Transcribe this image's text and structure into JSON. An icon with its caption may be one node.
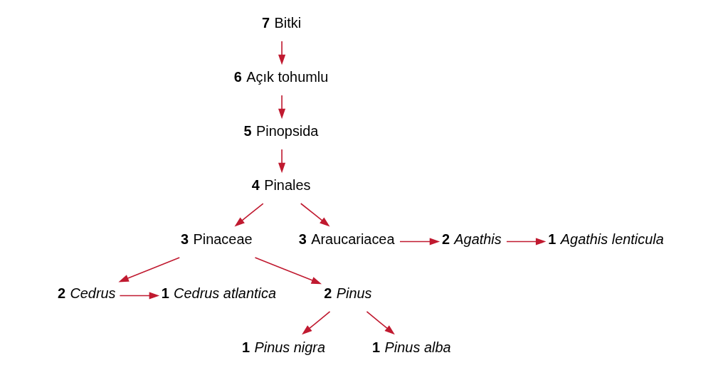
{
  "diagram": {
    "nodes": [
      {
        "text": [
          "**7** Bitki"
        ]
      },
      {
        "text": [
          "**6** Açık tohumlu"
        ]
      },
      {
        "text": [
          "**5** Pinopsida"
        ]
      },
      {
        "text": [
          "**4** Pinales"
        ]
      },
      {
        "text": [
          "**3** Pinaceae"
        ]
      },
      {
        "text": [
          "**3** Araucariacea"
        ]
      },
      {
        "text": [
          "**2** *Agathis*"
        ]
      },
      {
        "text": [
          "**1** *Agathis lenticula*"
        ]
      },
      {
        "text": [
          "**2** *Cedrus*"
        ]
      },
      {
        "text": [
          "**1** *Cedrus atlantica*"
        ]
      },
      {
        "text": [
          "**2** *Pinus*"
        ]
      },
      {
        "text": [
          "**1** *Pinus nigra*"
        ]
      },
      {
        "text": [
          "**1** *Pinus alba*"
        ]
      }
    ],
    "edges": [
      {
        "from": 0,
        "to": 1,
        "arrow": "to"
      },
      {
        "from": 1,
        "to": 2,
        "arrow": "to"
      },
      {
        "from": 2,
        "to": 3,
        "arrow": "to"
      },
      {
        "from": 3,
        "to": 4,
        "arrow": "to"
      },
      {
        "from": 3,
        "to": 5,
        "arrow": "to"
      },
      {
        "from": 5,
        "to": 6,
        "arrow": "to"
      },
      {
        "from": 6,
        "to": 7,
        "arrow": "to"
      },
      {
        "from": 4,
        "to": 8,
        "arrow": "to"
      },
      {
        "from": 8,
        "to": 9,
        "arrow": "to"
      },
      {
        "from": 4,
        "to": 10,
        "arrow": "to"
      },
      {
        "from": 10,
        "to": 11,
        "arrow": "to"
      },
      {
        "from": 10,
        "to": 12,
        "arrow": "to"
      }
    ]
  }
}
